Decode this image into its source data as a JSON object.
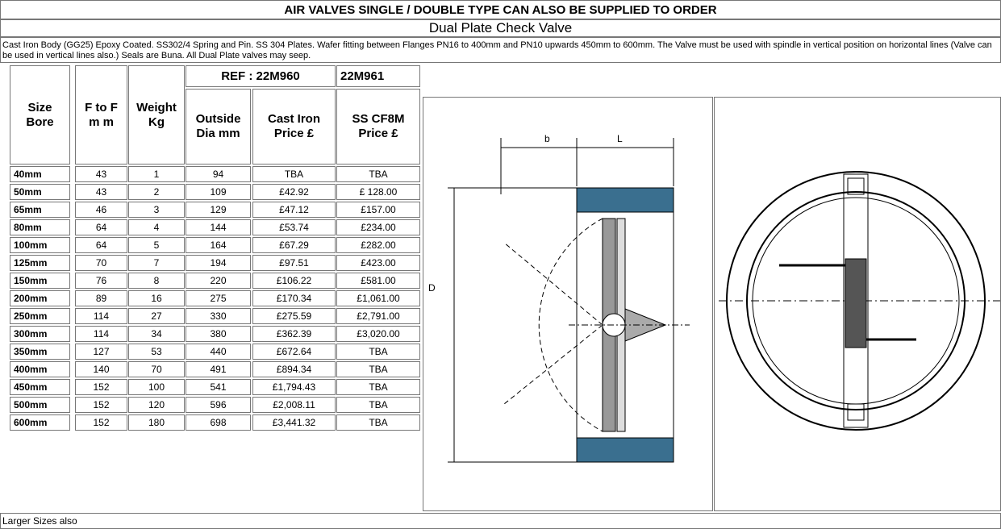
{
  "banner": "AIR VALVES SINGLE / DOUBLE TYPE CAN ALSO BE SUPPLIED TO ORDER",
  "subtitle": "Dual Plate Check Valve",
  "description": "Cast Iron Body (GG25) Epoxy Coated. SS302/4 Spring and Pin. SS 304 Plates. Wafer fitting between Flanges PN16 to 400mm and PN10 upwards 450mm to 600mm. The Valve must be used with spindle in vertical position on horizontal lines (Valve can be used in vertical lines also.) Seals are Buna. All Dual Plate valves may seep.",
  "table": {
    "headers": {
      "size": "Size Bore",
      "ftof": "F to F m m",
      "weight": "Weight Kg",
      "ref1": "REF : 22M960",
      "ref2": "22M961",
      "outside": "Outside Dia mm",
      "cast": "Cast Iron Price £",
      "ss": "SS CF8M Price £"
    },
    "rows": [
      [
        "40mm",
        "43",
        "1",
        "94",
        "TBA",
        "TBA"
      ],
      [
        "50mm",
        "43",
        "2",
        "109",
        "£42.92",
        "£ 128.00"
      ],
      [
        "65mm",
        "46",
        "3",
        "129",
        "£47.12",
        "£157.00"
      ],
      [
        "80mm",
        "64",
        "4",
        "144",
        "£53.74",
        "£234.00"
      ],
      [
        "100mm",
        "64",
        "5",
        "164",
        "£67.29",
        "£282.00"
      ],
      [
        "125mm",
        "70",
        "7",
        "194",
        "£97.51",
        "£423.00"
      ],
      [
        "150mm",
        "76",
        "8",
        "220",
        "£106.22",
        "£581.00"
      ],
      [
        "200mm",
        "89",
        "16",
        "275",
        "£170.34",
        "£1,061.00"
      ],
      [
        "250mm",
        "114",
        "27",
        "330",
        "£275.59",
        "£2,791.00"
      ],
      [
        "300mm",
        "114",
        "34",
        "380",
        "£362.39",
        "£3,020.00"
      ],
      [
        "350mm",
        "127",
        "53",
        "440",
        "£672.64",
        "TBA"
      ],
      [
        "400mm",
        "140",
        "70",
        "491",
        "£894.34",
        "TBA"
      ],
      [
        "450mm",
        "152",
        "100",
        "541",
        "£1,794.43",
        "TBA"
      ],
      [
        "500mm",
        "152",
        "120",
        "596",
        "£2,008.11",
        "TBA"
      ],
      [
        "600mm",
        "152",
        "180",
        "698",
        "£3,441.32",
        "TBA"
      ]
    ]
  },
  "diagram_labels": {
    "b": "b",
    "L": "L",
    "D": "D"
  },
  "footer": "Larger Sizes also"
}
